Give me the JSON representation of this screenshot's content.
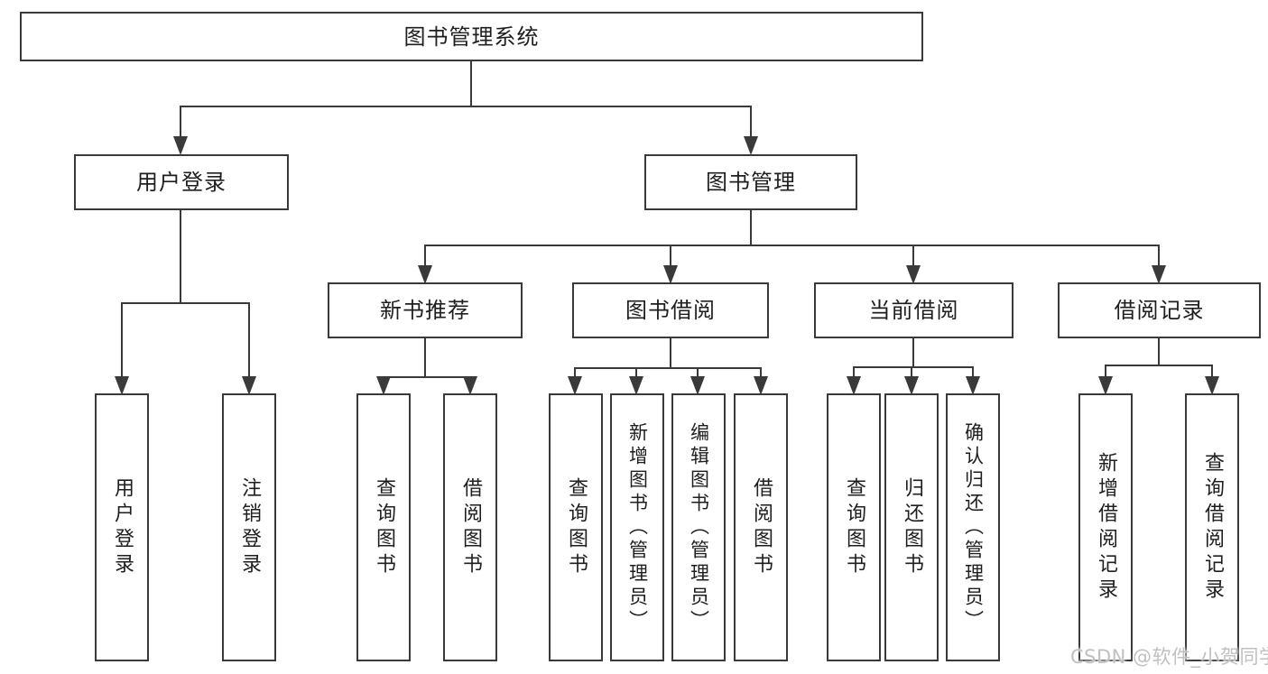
{
  "diagram": {
    "root": {
      "label": "图书管理系统"
    },
    "branches": [
      {
        "label": "用户登录",
        "children": [
          {
            "label": "用户登录"
          },
          {
            "label": "注销登录"
          }
        ]
      },
      {
        "label": "图书管理",
        "children": [
          {
            "label": "新书推荐",
            "children": [
              {
                "label": "查询图书"
              },
              {
                "label": "借阅图书"
              }
            ]
          },
          {
            "label": "图书借阅",
            "children": [
              {
                "label": "查询图书"
              },
              {
                "label": "新增图书（管理员）"
              },
              {
                "label": "编辑图书（管理员）"
              },
              {
                "label": "借阅图书"
              }
            ]
          },
          {
            "label": "当前借阅",
            "children": [
              {
                "label": "查询图书"
              },
              {
                "label": "归还图书"
              },
              {
                "label": "确认归还（管理员）"
              }
            ]
          },
          {
            "label": "借阅记录",
            "children": [
              {
                "label": "新增借阅记录"
              },
              {
                "label": "查询借阅记录"
              }
            ]
          }
        ]
      }
    ]
  },
  "watermark": {
    "text": "CSDN @软件_小贺同学"
  },
  "colors": {
    "line": "#3a3a3a",
    "text": "#1e1e1e",
    "box_background": "#ffffff",
    "watermark": "#c0c0c0",
    "background": "#ffffff"
  }
}
